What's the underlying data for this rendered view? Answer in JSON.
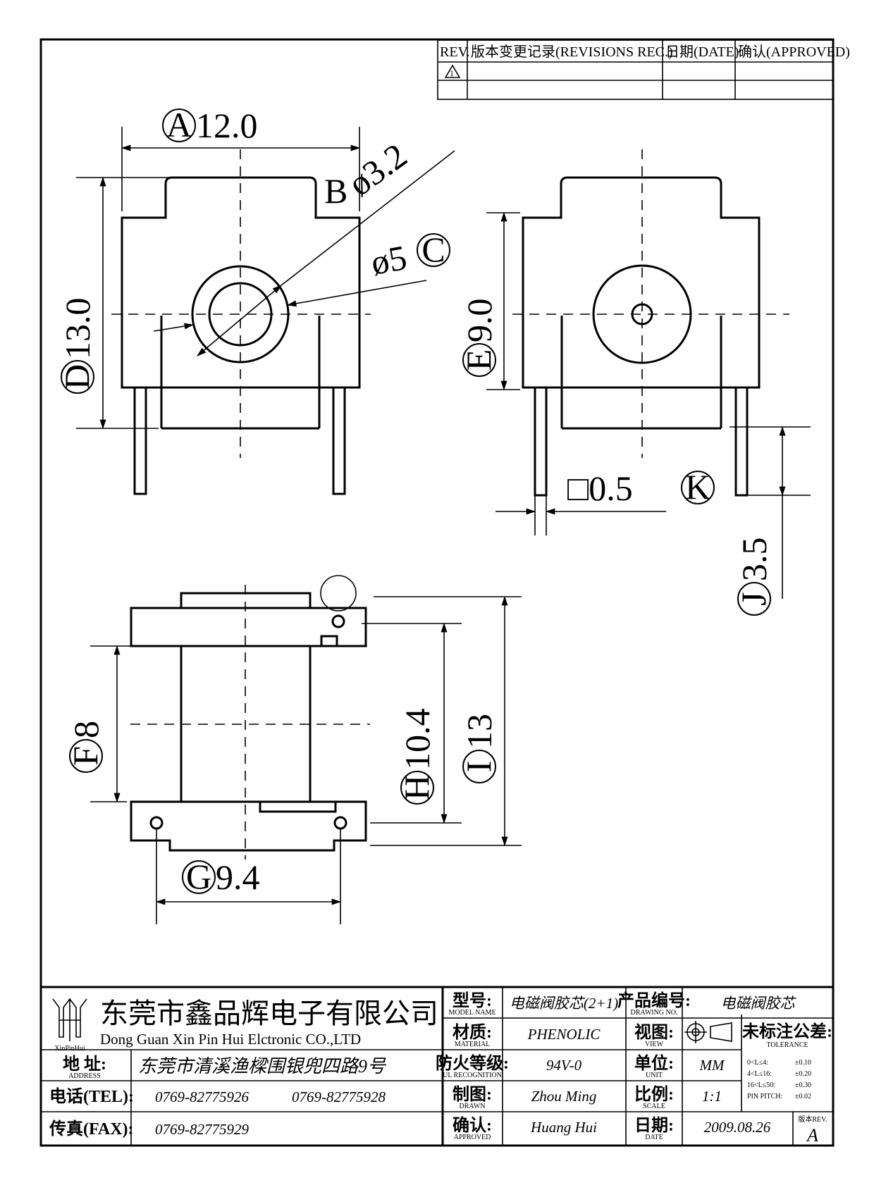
{
  "revision_table": {
    "headers": [
      "REV.",
      "版本变更记录(REVISIONS REC.)",
      "日期(DATE)",
      "确认(APPROVED)"
    ],
    "row1_rev": "1"
  },
  "dimensions": {
    "A": {
      "letter": "A",
      "value": "12.0"
    },
    "B": {
      "letter": "B",
      "value": "ø3.2"
    },
    "C": {
      "letter": "C",
      "value": "ø5"
    },
    "D": {
      "letter": "D",
      "value": "13.0"
    },
    "E": {
      "letter": "E",
      "value": "9.0"
    },
    "K": {
      "letter": "K",
      "value": "□0.5"
    },
    "J": {
      "letter": "J",
      "value": "3.5"
    },
    "F": {
      "letter": "F",
      "value": "8"
    },
    "H": {
      "letter": "H",
      "value": "10.4"
    },
    "I": {
      "letter": "I",
      "value": "13"
    },
    "G": {
      "letter": "G",
      "value": "9.4"
    }
  },
  "title_block": {
    "logo_text": "XinPinHui",
    "company_cn": "东莞市鑫品辉电子有限公司",
    "company_en": "Dong Guan Xin Pin Hui Elctronic CO.,LTD",
    "address_label": "地 址:",
    "address_label_en": "ADDRESS",
    "address": "东莞市清溪渔樑围银兜四路9号",
    "tel_label": "电话(TEL):",
    "tel1": "0769-82775926",
    "tel2": "0769-82775928",
    "fax_label": "传真(FAX):",
    "fax": "0769-82775929",
    "model_label": "型号:",
    "model_label_en": "MODEL NAME",
    "model": "电磁阀胶芯(2+1)",
    "material_label": "材质:",
    "material_label_en": "MATERIAL",
    "material": "PHENOLIC",
    "flame_label": "防火等级:",
    "flame_label_en": "UL RECOGNITION",
    "flame": "94V-0",
    "drawn_label": "制图:",
    "drawn_label_en": "DRAWN",
    "drawn": "Zhou Ming",
    "approved_label": "确认:",
    "approved_label_en": "APPROVED",
    "approved": "Huang Hui",
    "drawing_no_label": "产品编号:",
    "drawing_no_label_en": "DRAWING NO.",
    "drawing_no": "电磁阀胶芯",
    "view_label": "视图:",
    "view_label_en": "VIEW",
    "unit_label": "单位:",
    "unit_label_en": "UNIT",
    "unit": "MM",
    "scale_label": "比例:",
    "scale_label_en": "SCALE",
    "scale": "1:1",
    "date_label": "日期:",
    "date_label_en": "DATE",
    "date": "2009.08.26",
    "tolerance_label": "未标注公差:",
    "tolerance_label_en": "TOLERANCE",
    "tolerance_rows": [
      {
        "range": "0<L≤4:",
        "value": "±0.10"
      },
      {
        "range": "4<L≤16:",
        "value": "±0.20"
      },
      {
        "range": "16<L≤50:",
        "value": "±0.30"
      },
      {
        "range": "PIN PITCH:",
        "value": "±0.02"
      }
    ],
    "rev_label": "版本REV.",
    "rev": "A"
  }
}
